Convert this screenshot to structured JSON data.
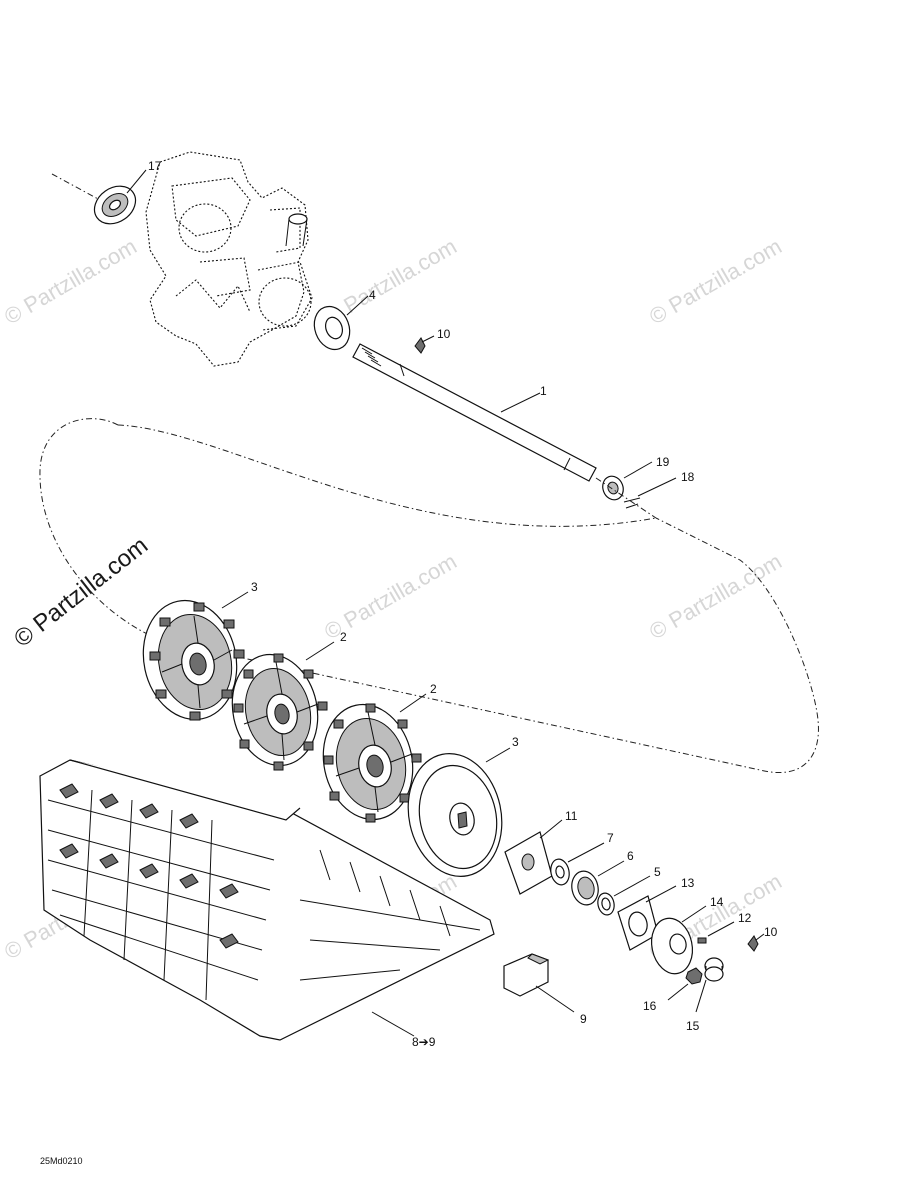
{
  "diagram": {
    "watermark_side": "© Partzilla.com",
    "watermark_faint": "© Partzilla.com",
    "drawing_code": "25Md0210",
    "callouts": {
      "c1": "1",
      "c2a": "2",
      "c2b": "2",
      "c3a": "3",
      "c3b": "3",
      "c4": "4",
      "c5": "5",
      "c6": "6",
      "c7": "7",
      "c8": "8➔9",
      "c9": "9",
      "c10a": "10",
      "c10b": "10",
      "c11": "11",
      "c12": "12",
      "c13": "13",
      "c14": "14",
      "c15": "15",
      "c16": "16",
      "c17": "17",
      "c18": "18",
      "c19": "19"
    }
  }
}
